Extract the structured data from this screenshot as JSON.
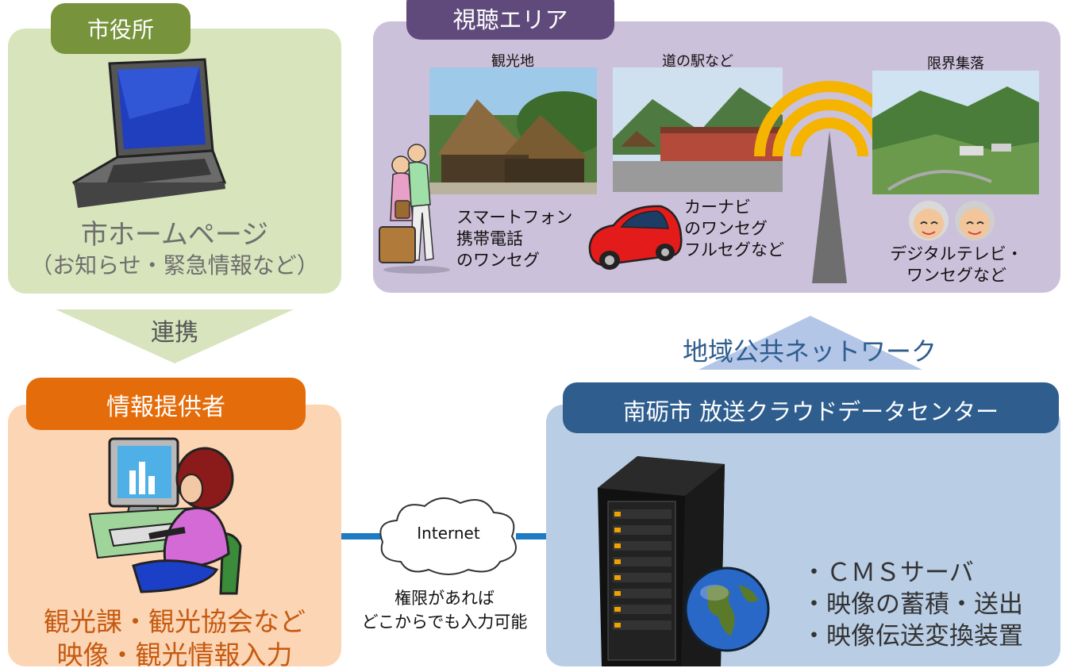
{
  "city_hall": {
    "tab": "市役所",
    "line1": "市ホームページ",
    "line2": "（お知らせ・緊急情報など）"
  },
  "link_label": "連携",
  "provider": {
    "tab": "情報提供者",
    "line1": "観光課・観光協会など",
    "line2": "映像・観光情報入力"
  },
  "viewing_area": {
    "tab": "視聴エリア",
    "sightseeing": {
      "title": "観光地",
      "devices": [
        "スマートフォン",
        "携帯電話",
        "のワンセグ"
      ]
    },
    "roadside_station": {
      "title": "道の駅など",
      "devices": [
        "カーナビ",
        "のワンセグ",
        "フルセグなど"
      ]
    },
    "village": {
      "title": "限界集落",
      "devices": [
        "デジタルテレビ・",
        "ワンセグなど"
      ]
    }
  },
  "network_label": "地域公共ネットワーク",
  "datacenter": {
    "title": "南砺市 放送クラウドデータセンター",
    "items": [
      "・ＣＭＳサーバ",
      "・映像の蓄積・送出",
      "・映像伝送変換装置"
    ]
  },
  "internet": {
    "label": "Internet",
    "note_line1": "権限があれば",
    "note_line2": "どこからでも入力可能"
  },
  "colors": {
    "city_panel": "#d8e4bc",
    "city_tab": "#77933c",
    "provider_panel": "#fcd5b5",
    "provider_tab": "#e46c0a",
    "provider_text": "#c55a11",
    "viewing_panel": "#ccc1da",
    "viewing_tab": "#604a7b",
    "datacenter_panel": "#b9cde5",
    "datacenter_tab": "#2e5d8e",
    "network_arrow": "#b3c6e7",
    "network_text": "#2e5d8e",
    "link_arrow": "#d7e4bd",
    "wave": "#f5b400"
  }
}
